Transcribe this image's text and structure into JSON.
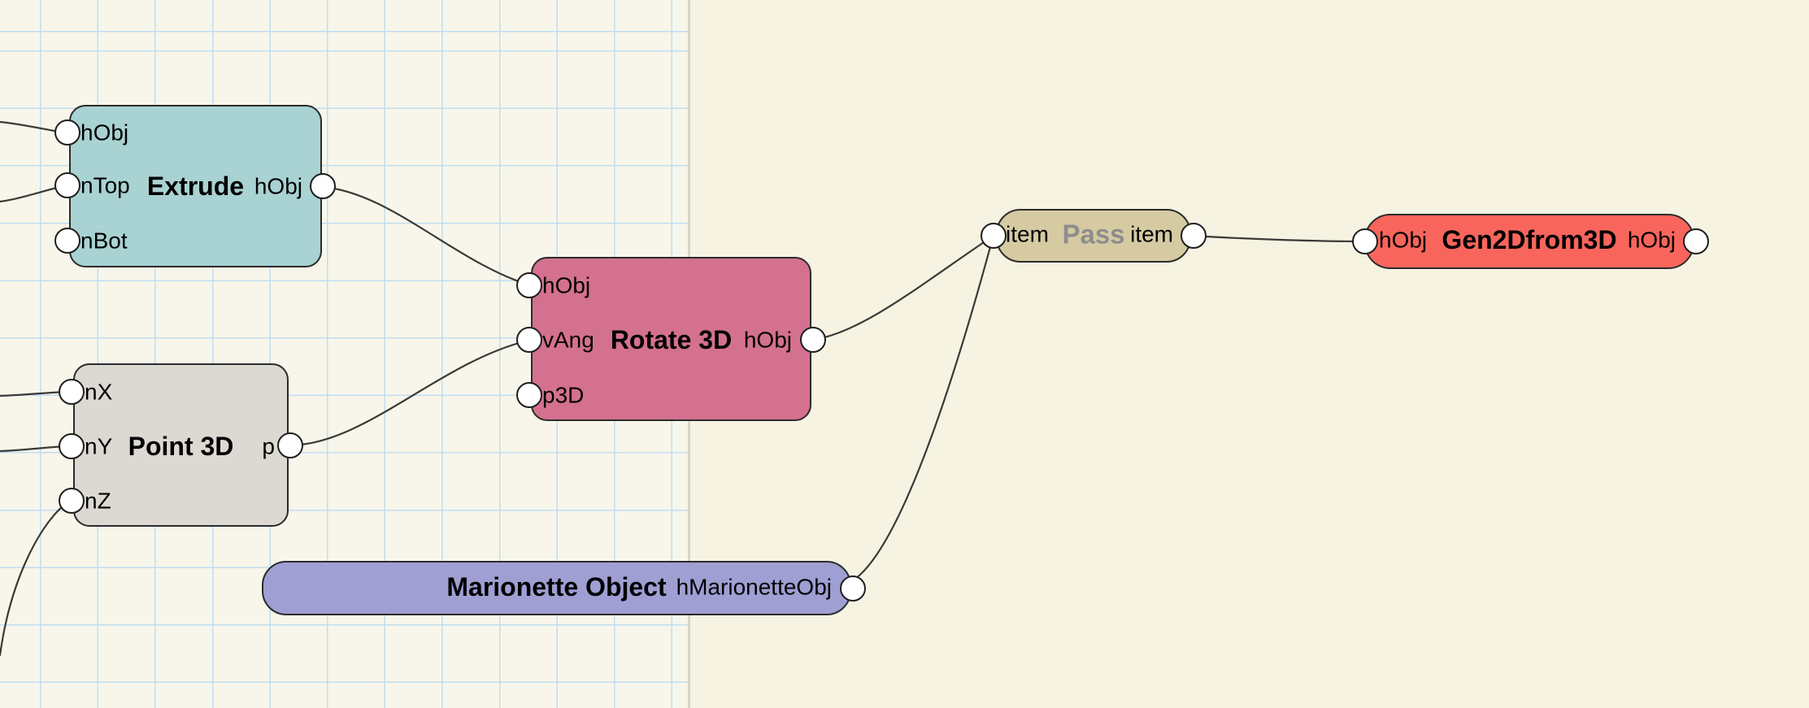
{
  "canvas": {
    "background_outside": "#f6f3e2",
    "page_background": "#f8f6ea",
    "grid_line_color": "#bfdef2",
    "page_edge_color": "#cfcfc8",
    "wire_color": "#3a3a38",
    "port_fill": "#ffffff",
    "port_border": "#1e1e1e",
    "node_border": "#2b2b2b"
  },
  "nodes": {
    "extrude": {
      "title": "Extrude",
      "title_color": "#000000",
      "color": "#a9d2d3",
      "inputs": [
        "hObj",
        "nTop",
        "nBot"
      ],
      "outputs": [
        "hObj"
      ]
    },
    "point_3d": {
      "title": "Point 3D",
      "title_color": "#000000",
      "color": "#dcd8d2",
      "inputs": [
        "nX",
        "nY",
        "nZ"
      ],
      "outputs": [
        "p"
      ]
    },
    "rotate_3d": {
      "title": "Rotate 3D",
      "title_color": "#000000",
      "color": "#d4718f",
      "inputs": [
        "hObj",
        "vAng",
        "p3D"
      ],
      "outputs": [
        "hObj"
      ]
    },
    "pass": {
      "title": "Pass",
      "title_color": "#8d8d8d",
      "color": "#d5caa2",
      "inputs": [
        "item"
      ],
      "outputs": [
        "item"
      ]
    },
    "gen_2d_from_3d": {
      "title": "Gen2Dfrom3D",
      "title_color": "#000000",
      "color": "#f8655c",
      "inputs": [
        "hObj"
      ],
      "outputs": [
        "hObj"
      ]
    },
    "marionette_object": {
      "title": "Marionette Object",
      "title_color": "#000000",
      "color": "#9f9fd3",
      "inputs": [],
      "outputs": [
        "hMarionetteObj"
      ]
    }
  },
  "connections": [
    {
      "from": "offscreen-left",
      "to": "extrude.hObj"
    },
    {
      "from": "offscreen-left",
      "to": "extrude.nTop"
    },
    {
      "from": "offscreen-left",
      "to": "point_3d.nX"
    },
    {
      "from": "offscreen-left",
      "to": "point_3d.nY"
    },
    {
      "from": "offscreen-left",
      "to": "point_3d.nZ"
    },
    {
      "from": "extrude.hObj",
      "to": "rotate_3d.hObj"
    },
    {
      "from": "point_3d.p",
      "to": "rotate_3d.vAng"
    },
    {
      "from": "rotate_3d.hObj",
      "to": "pass.item"
    },
    {
      "from": "marionette_object.hMarionetteObj",
      "to": "pass.item"
    },
    {
      "from": "pass.item",
      "to": "gen_2d_from_3d.hObj"
    }
  ]
}
